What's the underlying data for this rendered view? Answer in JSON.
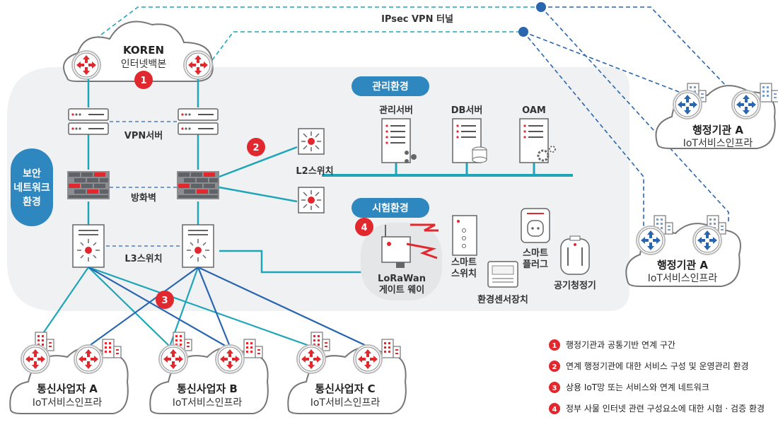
{
  "top": {
    "koren_title": "KOREN",
    "koren_sub": "인터넷백본",
    "vpn_tunnel": "IPsec VPN 터널"
  },
  "left": {
    "security_zone": [
      "보안",
      "네트워크",
      "환경"
    ],
    "vpn_server": "VPN서버",
    "firewall": "방화벽",
    "l3_switch": "L3스위치"
  },
  "center": {
    "l2_switch": "L2스위치"
  },
  "mgmt": {
    "pill": "관리환경",
    "mgmt_server": "관리서버",
    "db_server": "DB서버",
    "oam": "OAM"
  },
  "test": {
    "pill": "시험환경",
    "gateway_line1": "LoRaWan",
    "gateway_line2": "게이트 웨이",
    "smart_switch_line1": "스마트",
    "smart_switch_line2": "스위치",
    "smart_plug_line1": "스마트",
    "smart_plug_line2": "플러그",
    "env_sensor": "환경센서장치",
    "air_purifier": "공기청정기"
  },
  "gov_clouds": [
    {
      "title": "행정기관 A",
      "sub": "IoT서비스인프라"
    },
    {
      "title": "행정기관 A",
      "sub": "IoT서비스인프라"
    }
  ],
  "telecom_clouds": [
    {
      "title": "통신사업자 A",
      "sub": "IoT서비스인프라"
    },
    {
      "title": "통신사업자 B",
      "sub": "IoT서비스인프라"
    },
    {
      "title": "통신사업자 C",
      "sub": "IoT서비스인프라"
    }
  ],
  "markers": [
    "1",
    "2",
    "3",
    "4"
  ],
  "legend": [
    {
      "num": "1",
      "text": "행정기관과 공통기반 연계 구간"
    },
    {
      "num": "2",
      "text": "연계 행정기관에 대한 서비스 구성 및 운영관리 환경"
    },
    {
      "num": "3",
      "text": "상용 IoT망 또는 서비스와 연계 네트워크"
    },
    {
      "num": "4",
      "text": "정부 사물 인터넷 관련 구성요소에 대한 시험 · 검증 환경"
    }
  ],
  "colors": {
    "teal": "#1ea6b8",
    "blue": "#2a66b0",
    "red": "#e0282e",
    "pill": "#2e87be",
    "zone": "#f0f1f3"
  },
  "icons": [
    "router-icon",
    "server-icon",
    "firewall-icon",
    "l2-switch-icon",
    "building-icon"
  ]
}
